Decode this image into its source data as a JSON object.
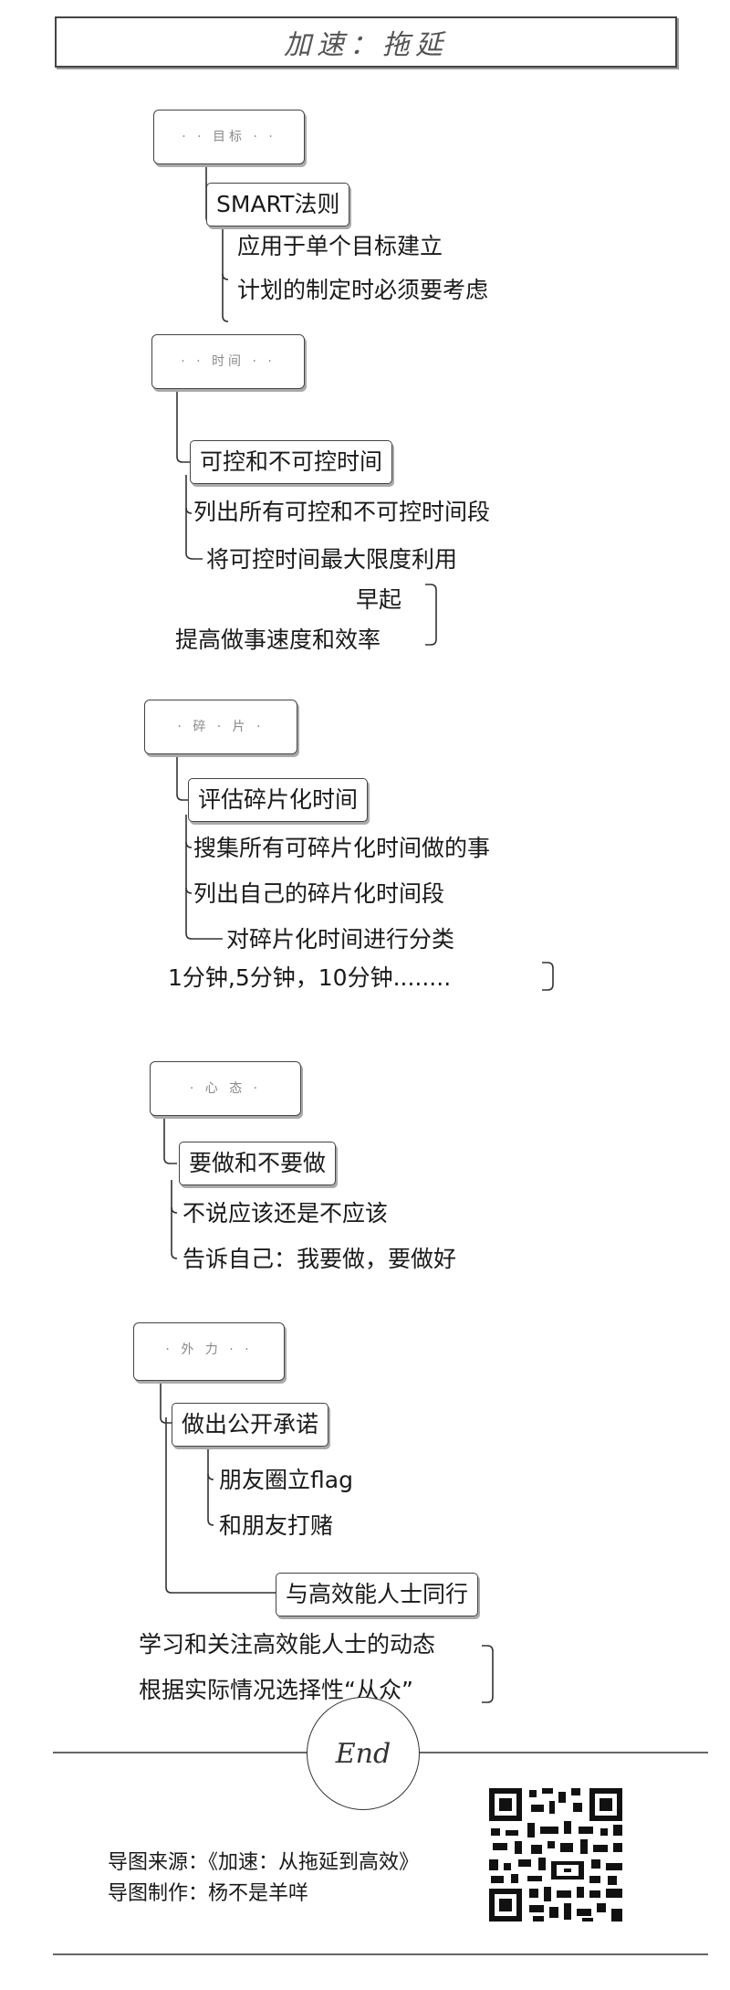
{
  "title": "加速：拖延",
  "sections": [
    {
      "topic_label": "· · 目标 · ·",
      "heading": "SMART法则",
      "items": [
        "应用于单个目标建立",
        "计划的制定时必须要考虑"
      ]
    },
    {
      "topic_label": "· · 时间 · ·",
      "heading": "可控和不可控时间",
      "items": [
        "列出所有可控和不可控时间段",
        "将可控时间最大限度利用"
      ],
      "sub_items": [
        "早起",
        "提高做事速度和效率"
      ]
    },
    {
      "topic_label": "· 碎 · 片 ·",
      "heading": "评估碎片化时间",
      "items": [
        "搜集所有可碎片化时间做的事",
        "列出自己的碎片化时间段",
        "对碎片化时间进行分类"
      ],
      "sub_items": [
        "1分钟,5分钟，10分钟........"
      ]
    },
    {
      "topic_label": "· 心 态 ·",
      "heading": "要做和不要做",
      "items": [
        "不说应该还是不应该",
        "告诉自己：我要做，要做好"
      ]
    },
    {
      "topic_label": "· 外 力 · ·",
      "heading": "做出公开承诺",
      "items": [
        "朋友圈立flag",
        "和朋友打赌"
      ],
      "heading2": "与高效能人士同行",
      "items2": [
        "学习和关注高效能人士的动态",
        "根据实际情况选择性“从众”"
      ]
    }
  ],
  "end_label": "End",
  "footer": {
    "source": "导图来源：《加速：从拖延到高效》",
    "maker": "导图制作：杨不是羊咩"
  },
  "icons": {
    "qr": "qr-code-icon"
  }
}
